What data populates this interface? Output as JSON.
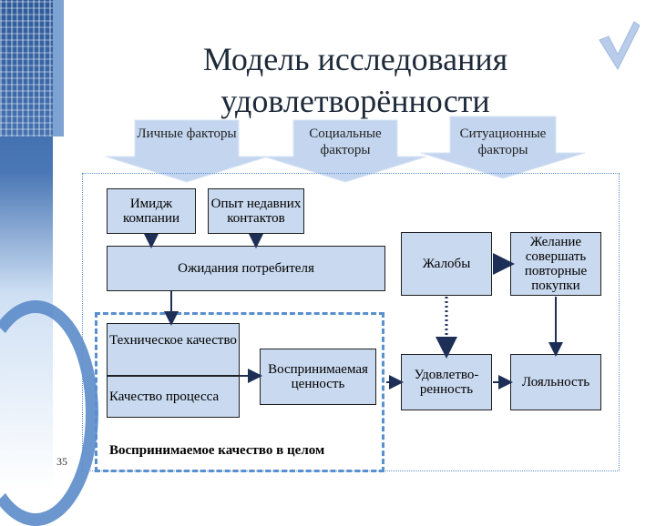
{
  "title": "Модель исследования удовлетворённости",
  "factors": {
    "personal": "Личные факторы",
    "social": "Социальные факторы",
    "situational": "Ситуационные факторы"
  },
  "boxes": {
    "company_image": "Имидж компании",
    "recent_contacts": "Опыт недавних контактов",
    "consumer_expectations": "Ожидания потребителя",
    "complaints": "Жалобы",
    "repurchase_desire": "Желание совершать повторные покупки",
    "technical_quality": "Техническое качество",
    "perceived_value": "Воспринимаемая ценность",
    "satisfaction": "Удовлетво-ренность",
    "loyalty": "Лояльность"
  },
  "labels": {
    "process_quality": "Качество процесса",
    "perceived_overall_quality": "Воспринимаемое качество в целом"
  },
  "slide_number": "35",
  "colors": {
    "box_fill": "#c9d9ef",
    "accent_blue": "#5a8fcf",
    "arrow_fill": "#c4d6ef"
  }
}
